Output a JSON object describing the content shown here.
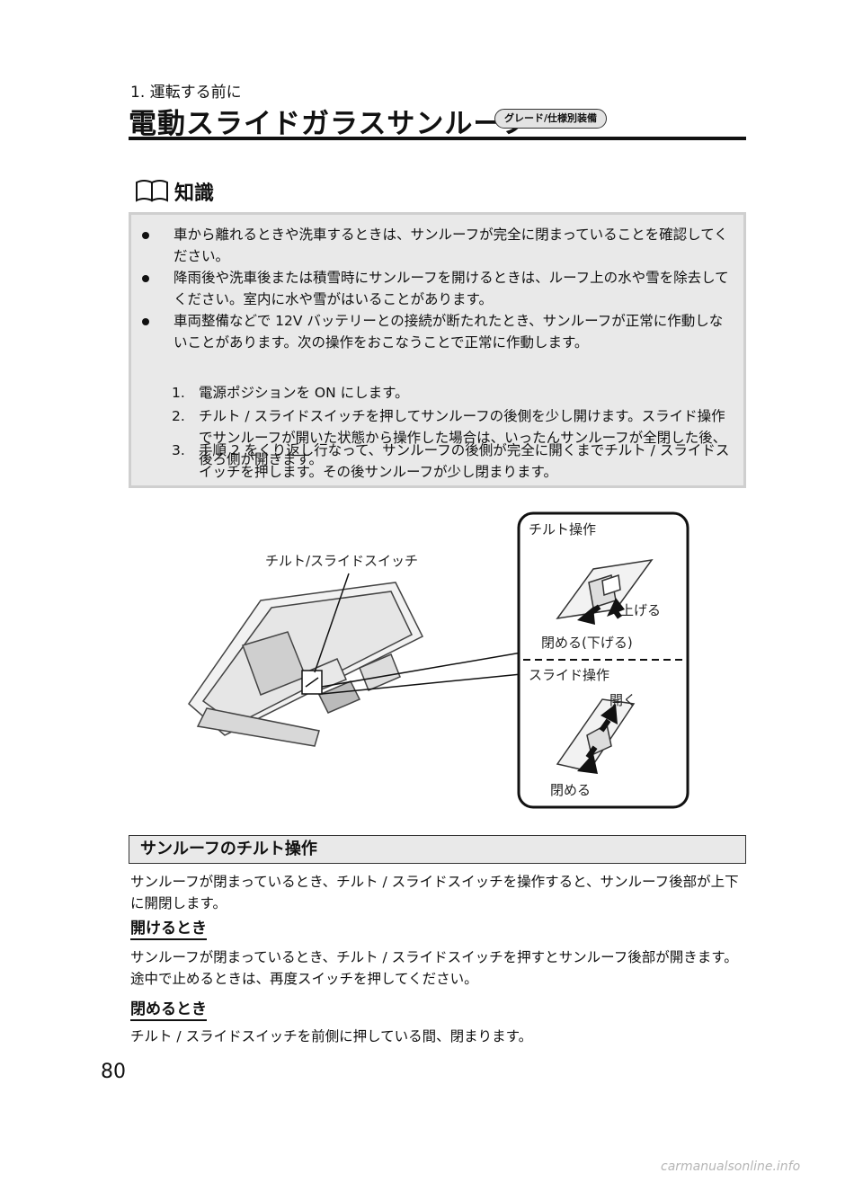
{
  "header": {
    "chapter": "1. 運転する前に",
    "title": "電動スライドガラスサンルーフ",
    "grade_badge": "グレード/仕様別装備"
  },
  "knowledge": {
    "title": "知識",
    "icon": "book-icon",
    "bullets": [
      "車から離れるときや洗車するときは、サンルーフが完全に閉まっていることを確認してください。",
      "降雨後や洗車後または積雪時にサンルーフを開けるときは、ルーフ上の水や雪を除去してください。室内に水や雪がはいることがあります。",
      "車両整備などで 12V バッテリーとの接続が断たれたとき、サンルーフが正常に作動しないことがあります。次の操作をおこなうことで正常に作動します。"
    ],
    "steps": [
      {
        "num": "1.",
        "text": "電源ポジションを ON にします。"
      },
      {
        "num": "2.",
        "text": "チルト / スライドスイッチを押してサンルーフの後側を少し開けます。スライド操作でサンルーフが開いた状態から操作した場合は、いったんサンルーフが全閉した後、後ろ側が開きます。"
      },
      {
        "num": "3.",
        "text": "手順 2 をくり返し行なって、サンルーフの後側が完全に開くまでチルト / スライドスイッチを押します。その後サンルーフが少し閉まります。"
      }
    ]
  },
  "figure": {
    "switch_label": "チルト/スライドスイッチ",
    "tilt_title": "チルト操作",
    "tilt_up": "上げる",
    "tilt_close": "閉める(下げる)",
    "slide_title": "スライド操作",
    "slide_open": "開く",
    "slide_close": "閉める"
  },
  "section": {
    "title": "サンルーフのチルト操作",
    "intro": "サンルーフが閉まっているとき、チルト / スライドスイッチを操作すると、サンルーフ後部が上下に開閉します。",
    "open_head": "開けるとき",
    "open_text": "サンルーフが閉まっているとき、チルト / スライドスイッチを押すとサンルーフ後部が開きます。途中で止めるときは、再度スイッチを押してください。",
    "close_head": "閉めるとき",
    "close_text": "チルト / スライドスイッチを前側に押している間、閉まります。"
  },
  "footer": {
    "page_number": "80",
    "watermark": "carmanualsonline.info"
  }
}
